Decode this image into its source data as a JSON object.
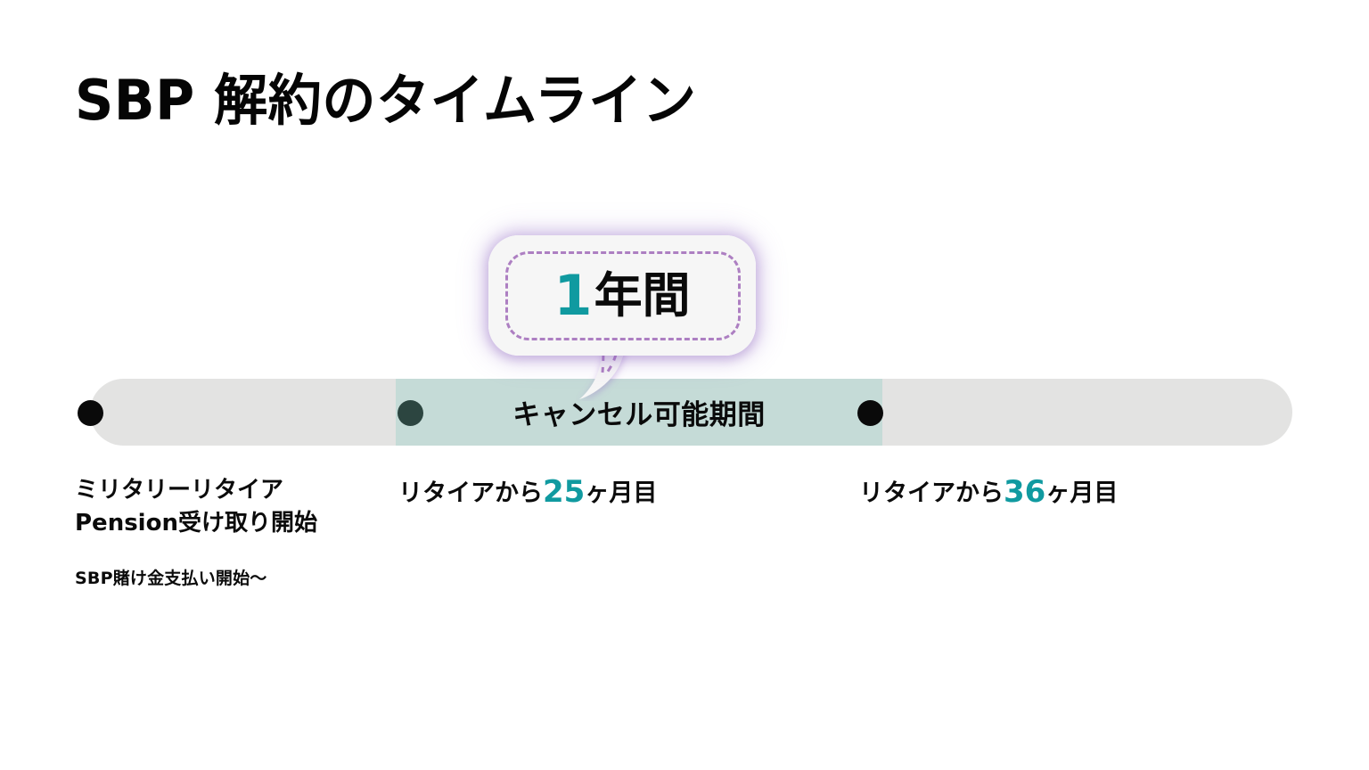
{
  "page": {
    "title": "SBP 解約のタイムライン",
    "background_color": "#ffffff"
  },
  "colors": {
    "accent_teal": "#109aa0",
    "band_teal": "#c5dbd7",
    "track_gray": "#e3e3e2",
    "dot_black": "#0a0a0a",
    "dot_dark_teal": "#2c4540",
    "bubble_dash_purple": "#ad7fc2",
    "text_black": "#0b0b0b"
  },
  "callout": {
    "number": "1",
    "unit": "年間",
    "icon": "speech-bubble-icon"
  },
  "timeline": {
    "band_label": "キャンセル可能期間",
    "markers": [
      {
        "id": "retirement-start",
        "dot_color": "#0a0a0a",
        "label_line1": "ミリタリーリタイア",
        "label_line2": "Pension受け取り開始",
        "sub_label": "SBP賭け金支払い開始〜"
      },
      {
        "id": "month-25",
        "dot_color": "#2c4540",
        "prefix": "リタイアから",
        "number": "25",
        "suffix": "ヶ月目"
      },
      {
        "id": "month-36",
        "dot_color": "#0a0a0a",
        "prefix": "リタイアから",
        "number": "36",
        "suffix": "ヶ月目"
      }
    ]
  }
}
